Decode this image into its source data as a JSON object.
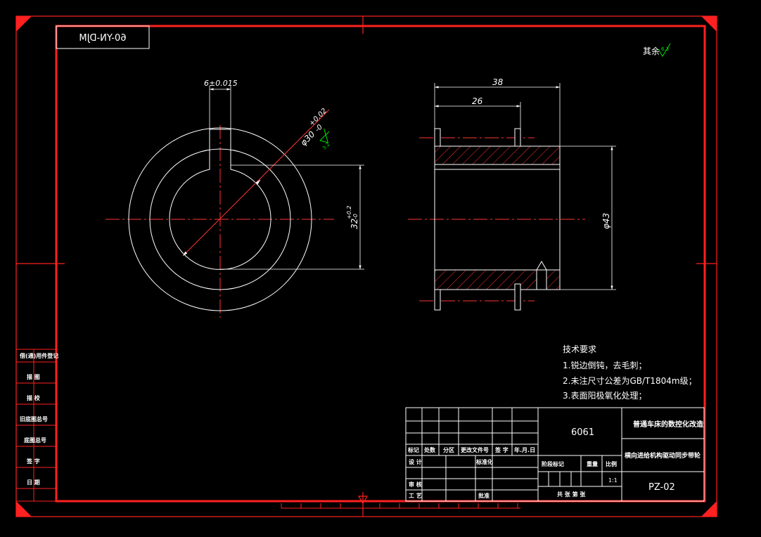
{
  "drawing_code": "60-YN-DJM",
  "surface_finish": {
    "label": "其余",
    "value": "6.3"
  },
  "front_view": {
    "keyway_dim": "6±0.015",
    "bore_dim_main": "φ30",
    "bore_dim_tol_upper": "+0.02",
    "bore_dim_tol_lower": "-0",
    "bore_roughness": "3.2",
    "keyway_depth_main": "32",
    "keyway_depth_upper": "+0.2",
    "keyway_depth_lower": "-0"
  },
  "side_view": {
    "dim_total": "38",
    "dim_inner": "26",
    "dim_diameter": "φ43"
  },
  "tech_requirements": {
    "title": "技术要求",
    "items": [
      "1.锐边倒钝，去毛刺；",
      "2.未注尺寸公差为GB/T1804m级；",
      "3.表面阳极氧化处理；"
    ]
  },
  "left_sidebar": {
    "labels": [
      "借(通)用件登记",
      "描 图",
      "描 校",
      "旧底图总号",
      "底图总号",
      "签 字",
      "日 期"
    ]
  },
  "title_block": {
    "material": "6061",
    "project": "普通车床的数控化改造",
    "part_name": "横向进给机构驱动同步带轮",
    "drawing_no": "PZ-02",
    "scale": "1:1",
    "headers": [
      "标记",
      "处数",
      "分区",
      "更改文件号",
      "签 字",
      "年.月.日"
    ],
    "design_label": "设 计",
    "std_label": "标准化",
    "review_label": "审 核",
    "process_label": "工 艺",
    "approve_label": "批准",
    "stage_label": "阶段标记",
    "weight_label": "重量",
    "scale_label": "比例",
    "sheet_label": "共   张   第   张"
  }
}
